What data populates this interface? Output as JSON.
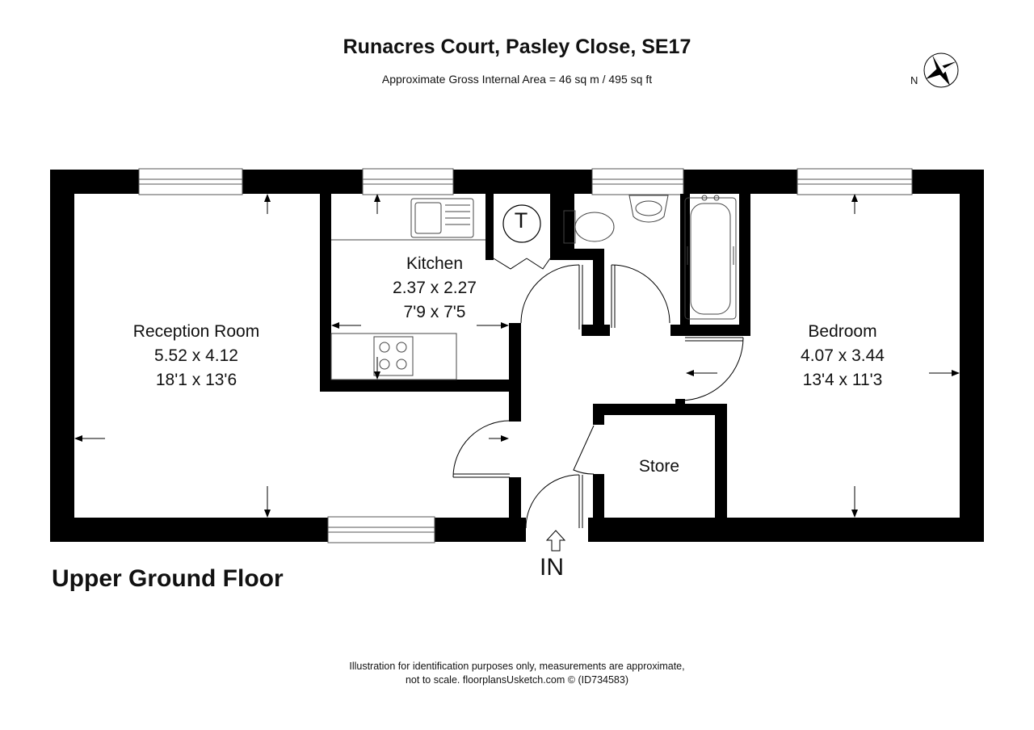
{
  "header": {
    "title": "Runacres Court, Pasley Close, SE17",
    "subtitle": "Approximate Gross Internal Area = 46 sq m / 495 sq ft"
  },
  "compass": {
    "label": "N"
  },
  "rooms": {
    "reception": {
      "name": "Reception Room",
      "metric": "5.52 x 4.12",
      "imperial": "18'1 x 13'6"
    },
    "kitchen": {
      "name": "Kitchen",
      "metric": "2.37 x 2.27",
      "imperial": "7'9 x 7'5"
    },
    "bedroom": {
      "name": "Bedroom",
      "metric": "4.07 x 3.44",
      "imperial": "13'4 x 11'3"
    },
    "store": {
      "name": "Store"
    },
    "cylinder": {
      "label": "T"
    }
  },
  "entrance": {
    "label": "IN"
  },
  "floor": {
    "label": "Upper Ground Floor"
  },
  "footer": {
    "line1": "Illustration for identification purposes only, measurements are approximate,",
    "line2": "not to scale. floorplansUsketch.com © (ID734583)"
  },
  "colors": {
    "wall": "#000000",
    "fixture": "#444444",
    "background": "#ffffff"
  }
}
